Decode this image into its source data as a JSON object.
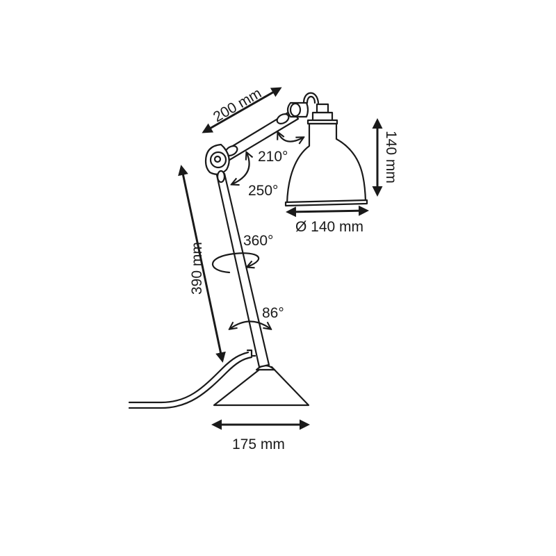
{
  "diagram": {
    "subject": "Adjustable desk lamp technical dimensions",
    "colors": {
      "line": "#1a1a1a",
      "background": "#ffffff"
    },
    "dimensions": {
      "arm_length": "200 mm",
      "shade_height": "140 mm",
      "shade_diameter": "Ø 140 mm",
      "stem_length": "390 mm",
      "base_diameter": "175 mm"
    },
    "angles": {
      "head_rotation": "210°",
      "elbow_rotation": "250°",
      "stem_rotation": "360°",
      "base_tilt": "86°"
    }
  }
}
